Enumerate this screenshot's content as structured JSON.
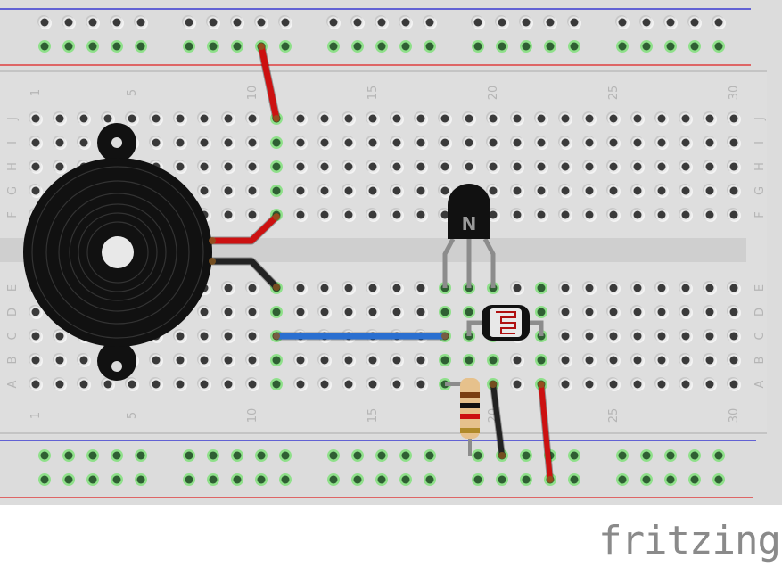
{
  "logo_text": "fritzing",
  "column_labels": [
    "1",
    "5",
    "10",
    "15",
    "20",
    "25",
    "30"
  ],
  "column_label_positions": [
    1,
    5,
    10,
    15,
    20,
    25,
    30
  ],
  "row_labels_top": [
    "J",
    "I",
    "H",
    "G",
    "F"
  ],
  "row_labels_bottom": [
    "E",
    "D",
    "C",
    "B",
    "A"
  ],
  "transistor_label": "N",
  "colors": {
    "board": "#dcdcdc",
    "hole": "#3a3a3a",
    "connected_hole": "#2f5f33",
    "connected_glow": "#8fe08a",
    "rail_red": "#e02020",
    "rail_blue": "#1a1ad0",
    "wire_red": "#cc1111",
    "wire_blue": "#2a6fd0",
    "wire_black": "#222222"
  },
  "connected_columns": {
    "11": [
      "J",
      "I",
      "H",
      "G",
      "F",
      "E",
      "D",
      "C",
      "B",
      "A"
    ],
    "18": [
      "E",
      "D",
      "C",
      "B",
      "A"
    ],
    "19": [
      "E",
      "D",
      "C",
      "B",
      "A"
    ],
    "20": [
      "E",
      "D",
      "C",
      "B",
      "A"
    ],
    "22": [
      "E",
      "D",
      "C",
      "B",
      "A"
    ]
  }
}
